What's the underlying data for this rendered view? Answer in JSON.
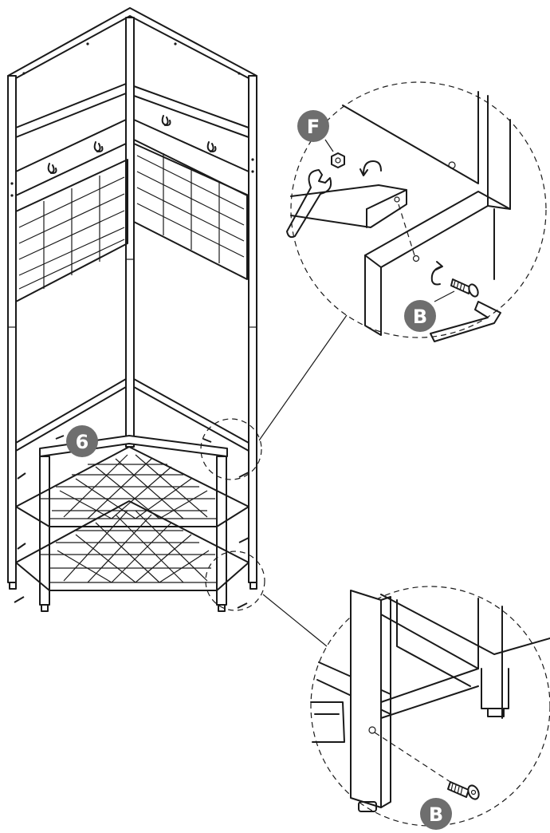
{
  "diagram": {
    "step_number": "6",
    "callouts": [
      {
        "letter": "F",
        "part": "nut"
      },
      {
        "letter": "B",
        "part": "bolt"
      },
      {
        "letter": "B",
        "part": "bolt"
      }
    ],
    "colors": {
      "badge_fill": "#6e6e6e",
      "line": "#1a1a1a",
      "background": "#ffffff"
    }
  }
}
